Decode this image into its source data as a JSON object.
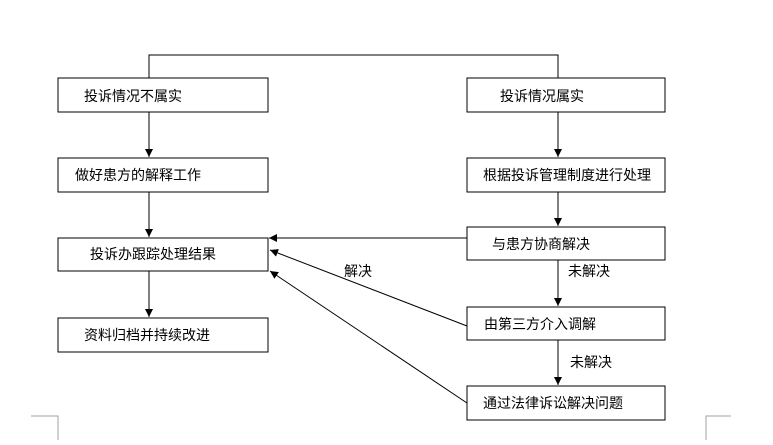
{
  "diagram": {
    "nodes": {
      "not_true": "投诉情况不属实",
      "explain": "做好患方的解释工作",
      "tracking": "投诉办跟踪处理结果",
      "archive": "资料归档并持续改进",
      "true": "投诉情况属实",
      "handle": "根据投诉管理制度进行处理",
      "negotiate": "与患方协商解决",
      "mediation": "由第三方介入调解",
      "litigation": "通过法律诉讼解决问题"
    },
    "edge_labels": {
      "resolved": "解决",
      "unresolved_1": "未解决",
      "unresolved_2": "未解决"
    }
  }
}
